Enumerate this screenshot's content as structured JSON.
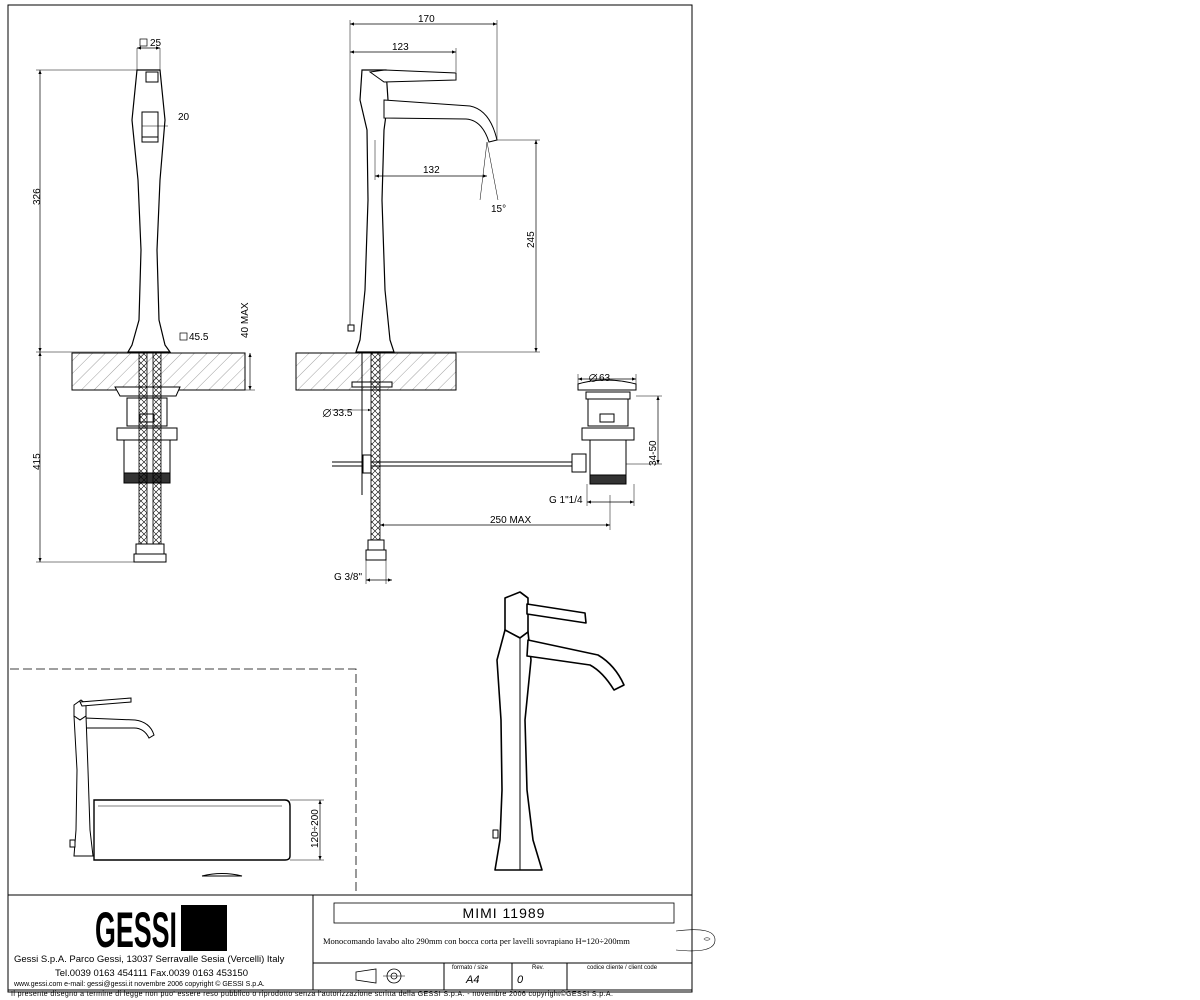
{
  "drawing": {
    "dimensions": {
      "front_width_square": "25",
      "front_lever_depth": "20",
      "front_height": "326",
      "front_base_square": "45.5",
      "front_deck_max": "40 MAX",
      "front_below_deck": "415",
      "side_total_depth": "170",
      "side_lever_reach": "123",
      "side_spout_reach": "132",
      "side_spout_angle": "15°",
      "side_spout_height": "245",
      "side_shank_diameter": "33.5",
      "side_hose_thread": "G 3/8\"",
      "side_rod_length": "250 MAX",
      "waste_cap_diameter": "63",
      "waste_depth_range": "34-50",
      "waste_thread": "G 1\"1/4"
    },
    "basin_height_range": "120÷200"
  },
  "title_block": {
    "logo_text": "GESSI",
    "company_address": "Gessi S.p.A. Parco Gessi, 13037 Serravalle Sesia (Vercelli) Italy",
    "company_phone": "Tel.0039 0163 454111 Fax.0039 0163 453150",
    "company_web": "www.gessi.com e-mail: gessi@gessi.it novembre 2006 copyright © GESSI S.p.A.",
    "product_title": "MIMI 11989",
    "product_description": "Monocomando lavabo alto 290mm con bocca corta per lavelli sovrapiano H=120÷200mm",
    "format_label": "formato / size",
    "format_value": "A4",
    "rev_label": "Rev.",
    "rev_value": "0",
    "client_code_label": "codice cliente / client code",
    "client_code_value": ""
  },
  "footer": {
    "legal_notice": "Il presente disegno a termine di legge non puo' essere reso pubblico o riprodotto senza l'autorizzazione scritta della GESSI S.p.A. - novembre 2006 copyright©GESSI S.p.A."
  }
}
